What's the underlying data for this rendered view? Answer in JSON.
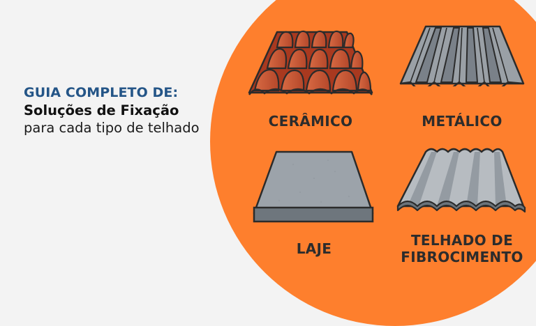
{
  "headline": {
    "kicker": "GUIA COMPLETO DE:",
    "title": "Soluções de Fixação",
    "subtitle": "para cada tipo de telhado"
  },
  "roof_types": [
    {
      "label": "CERÂMICO",
      "icon": "ceramic-roof-tile-icon"
    },
    {
      "label": "METÁLICO",
      "icon": "metal-roof-sheet-icon"
    },
    {
      "label": "LAJE",
      "icon": "concrete-slab-icon"
    },
    {
      "label_line1": "TELHADO DE",
      "label_line2": "FIBROCIMENTO",
      "icon": "fiber-cement-sheet-icon"
    }
  ],
  "colors": {
    "background": "#f3f3f3",
    "accent_orange": "#fe7f2d",
    "kicker_blue": "#245587",
    "label_dark": "#2c2c2c"
  }
}
